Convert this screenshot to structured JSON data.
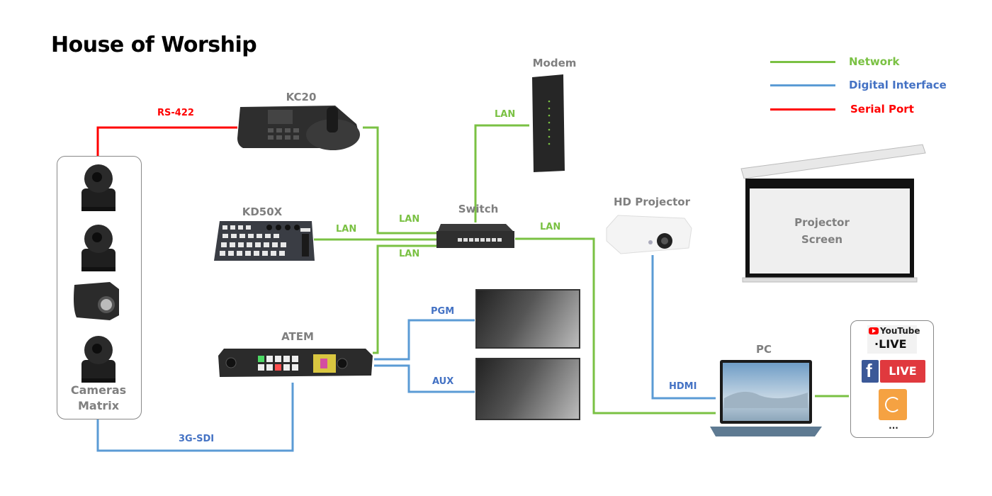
{
  "title": "House of Worship",
  "legend": [
    {
      "label": "Network",
      "color": "#7ac143"
    },
    {
      "label": "Digital Interface",
      "color": "#5b9bd5"
    },
    {
      "label": "Serial Port",
      "color": "#ff0000"
    }
  ],
  "devices": {
    "kc20": "KC20",
    "kd50x": "KD50X",
    "modem": "Modem",
    "switch": "Switch",
    "atem": "ATEM",
    "hd_projector": "HD Projector",
    "projector_screen": "Projector\nScreen",
    "pc": "PC",
    "cameras_matrix": "Cameras\nMatrix"
  },
  "connections": {
    "rs422": "RS-422",
    "lan_modem": "LAN",
    "lan_kc20": "LAN",
    "lan_kd50x": "LAN",
    "lan_atem": "LAN",
    "lan_pc": "LAN",
    "pgm": "PGM",
    "aux": "AUX",
    "hdmi": "HDMI",
    "sdi": "3G-SDI"
  },
  "streaming": {
    "youtube": "YouTube",
    "youtube_live": "·LIVE",
    "facebook_live": "LIVE",
    "more": "..."
  },
  "colors": {
    "network": "#7ac143",
    "digital": "#5b9bd5",
    "serial": "#ff0000",
    "label_gray": "#7f7f7f"
  }
}
